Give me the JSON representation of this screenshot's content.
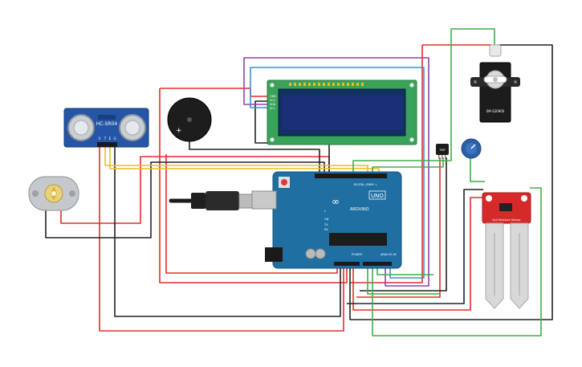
{
  "components": {
    "ultrasonic": {
      "label": "HC-SR04",
      "pins": [
        "V",
        "T",
        "E",
        "G"
      ]
    },
    "lcd": {
      "pins": [
        "GND",
        "VCC",
        "SDA",
        "SCL"
      ]
    },
    "servo": {
      "label": "SM-S2090S"
    },
    "arduino": {
      "brand": "ARDUINO",
      "model": "UNO",
      "digital_label": "DIGITAL (PWM~)",
      "power_label": "POWER",
      "analog_label": "ANALOG IN",
      "on_label": "ON",
      "tx_label": "TX",
      "rx_label": "RX",
      "l_label": "L"
    },
    "soil_sensor": {
      "label": "Soil Moisture Sensor"
    },
    "temp_sensor": {
      "label": "TMP"
    }
  },
  "colors": {
    "wire_red": "#e52b2b",
    "wire_black": "#222222",
    "wire_green": "#3fae49",
    "wire_yellow": "#e5c11b",
    "wire_purple": "#8e44ad",
    "wire_blue": "#3a8fd6",
    "arduino_board": "#1f6fa3",
    "soil_board": "#d62a2a",
    "lcd_screen": "#1b2f78",
    "lcd_pcb": "#3aa35a",
    "ultrasonic_board": "#2455a6"
  }
}
